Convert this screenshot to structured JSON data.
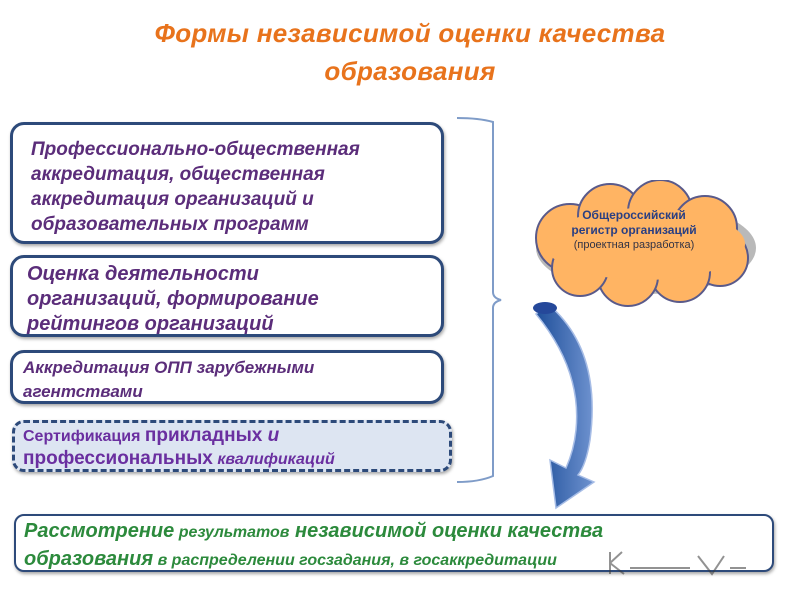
{
  "title": {
    "line1": "Формы независимой оценки качества",
    "line2": "образования"
  },
  "boxes": [
    {
      "lines": [
        "Профессионально-общественная",
        "аккредитация, общественная",
        "аккредитация организаций и",
        "образовательных программ"
      ]
    },
    {
      "lines": [
        "Оценка деятельности",
        "организаций, формирование",
        "рейтингов организаций"
      ]
    },
    {
      "lines": [
        "Аккредитация ОПП зарубежными",
        "агентствами"
      ]
    },
    {
      "parts": [
        "Сертификация ",
        "прикладных",
        " и",
        "профессиональных",
        " квалификаций"
      ]
    }
  ],
  "cloud": {
    "line1": "Общероссийский",
    "line2": "регистр организаций",
    "line3": "(проектная разработка)"
  },
  "result": {
    "p1": "Рассмотрение",
    "p2": " результатов",
    "p3": " независимой оценки качества",
    "p4": "образования",
    "p5": " в распределении госзадания, в госаккредитации"
  },
  "colors": {
    "title": "#e8731c",
    "box_text": "#5b2d7a",
    "box_border": "#2d4a7a",
    "result_text": "#2c8a3c",
    "cloud_fill": "#ffb463",
    "arrow": "#3f68b0"
  }
}
